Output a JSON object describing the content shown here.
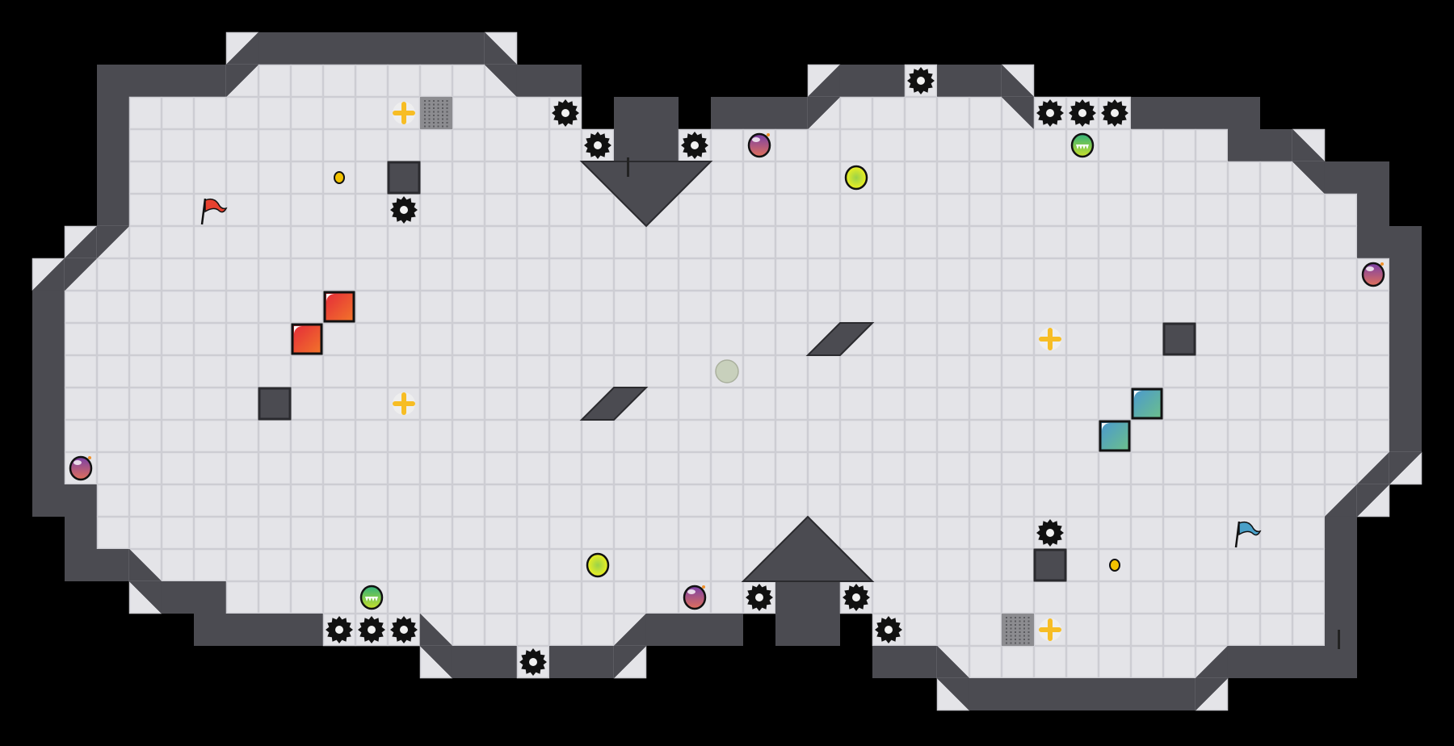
{
  "game": {
    "view": "level-map",
    "entities": {
      "player_flags": [
        "red-flag-icon",
        "blue-flag-icon"
      ],
      "player_boxes": [
        "red-box",
        "blue-box"
      ],
      "hazards": [
        "gear-saw-icon",
        "bomb-icon",
        "chomper-ball-icon"
      ],
      "pickups": [
        "coin-icon",
        "powerup-ball-icon",
        "cross-spawn-icon",
        "ghost-orb-icon"
      ],
      "terrain": [
        "wall",
        "floor-tile",
        "grate-tile",
        "arrow-up",
        "arrow-down",
        "slope"
      ]
    }
  },
  "colors": {
    "background": "#000000",
    "floor": "#e4e4e8",
    "floor_line": "#cdcdd3",
    "wall": "#4b4b51",
    "wall_edge": "#2a2a2e",
    "red_team": "#e8412f",
    "blue_team": "#4aa0c8",
    "coin": "#f2c200",
    "cross": "#f7bd24",
    "bomb": "#8a4a9a",
    "chomper": "#3cb878",
    "powerup": "#d8e81a",
    "ghost": "#c8d0bc"
  }
}
